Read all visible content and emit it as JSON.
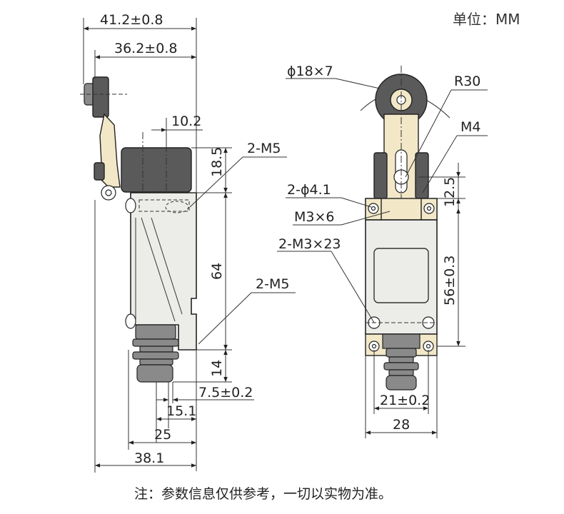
{
  "unit_label": "单位：MM",
  "footnote": "注：参数信息仅供参考，一切以实物为准。",
  "side_view": {
    "dim_overall_width": "41.2±0.8",
    "dim_lever_width": "36.2±0.8",
    "dim_offset": "10.2",
    "dim_top_height": "18.5",
    "dim_body_height": "64",
    "dim_bottom_height": "14",
    "dim_plunger_offset": "7.5±0.2",
    "dim_plunger_center": "15.1",
    "dim_width_25": "25",
    "dim_base_width": "38.1",
    "label_top_thread": "2-M5",
    "label_bottom_thread": "2-M5"
  },
  "front_view": {
    "label_roller": "ϕ18×7",
    "label_radius": "R30",
    "label_m4": "M4",
    "label_holes": "2-ϕ4.1",
    "label_m3x6": "M3×6",
    "label_m3x23": "2-M3×23",
    "dim_12_5": "12.5",
    "dim_56": "56±0.3",
    "dim_21": "21±0.2",
    "dim_28": "28"
  }
}
